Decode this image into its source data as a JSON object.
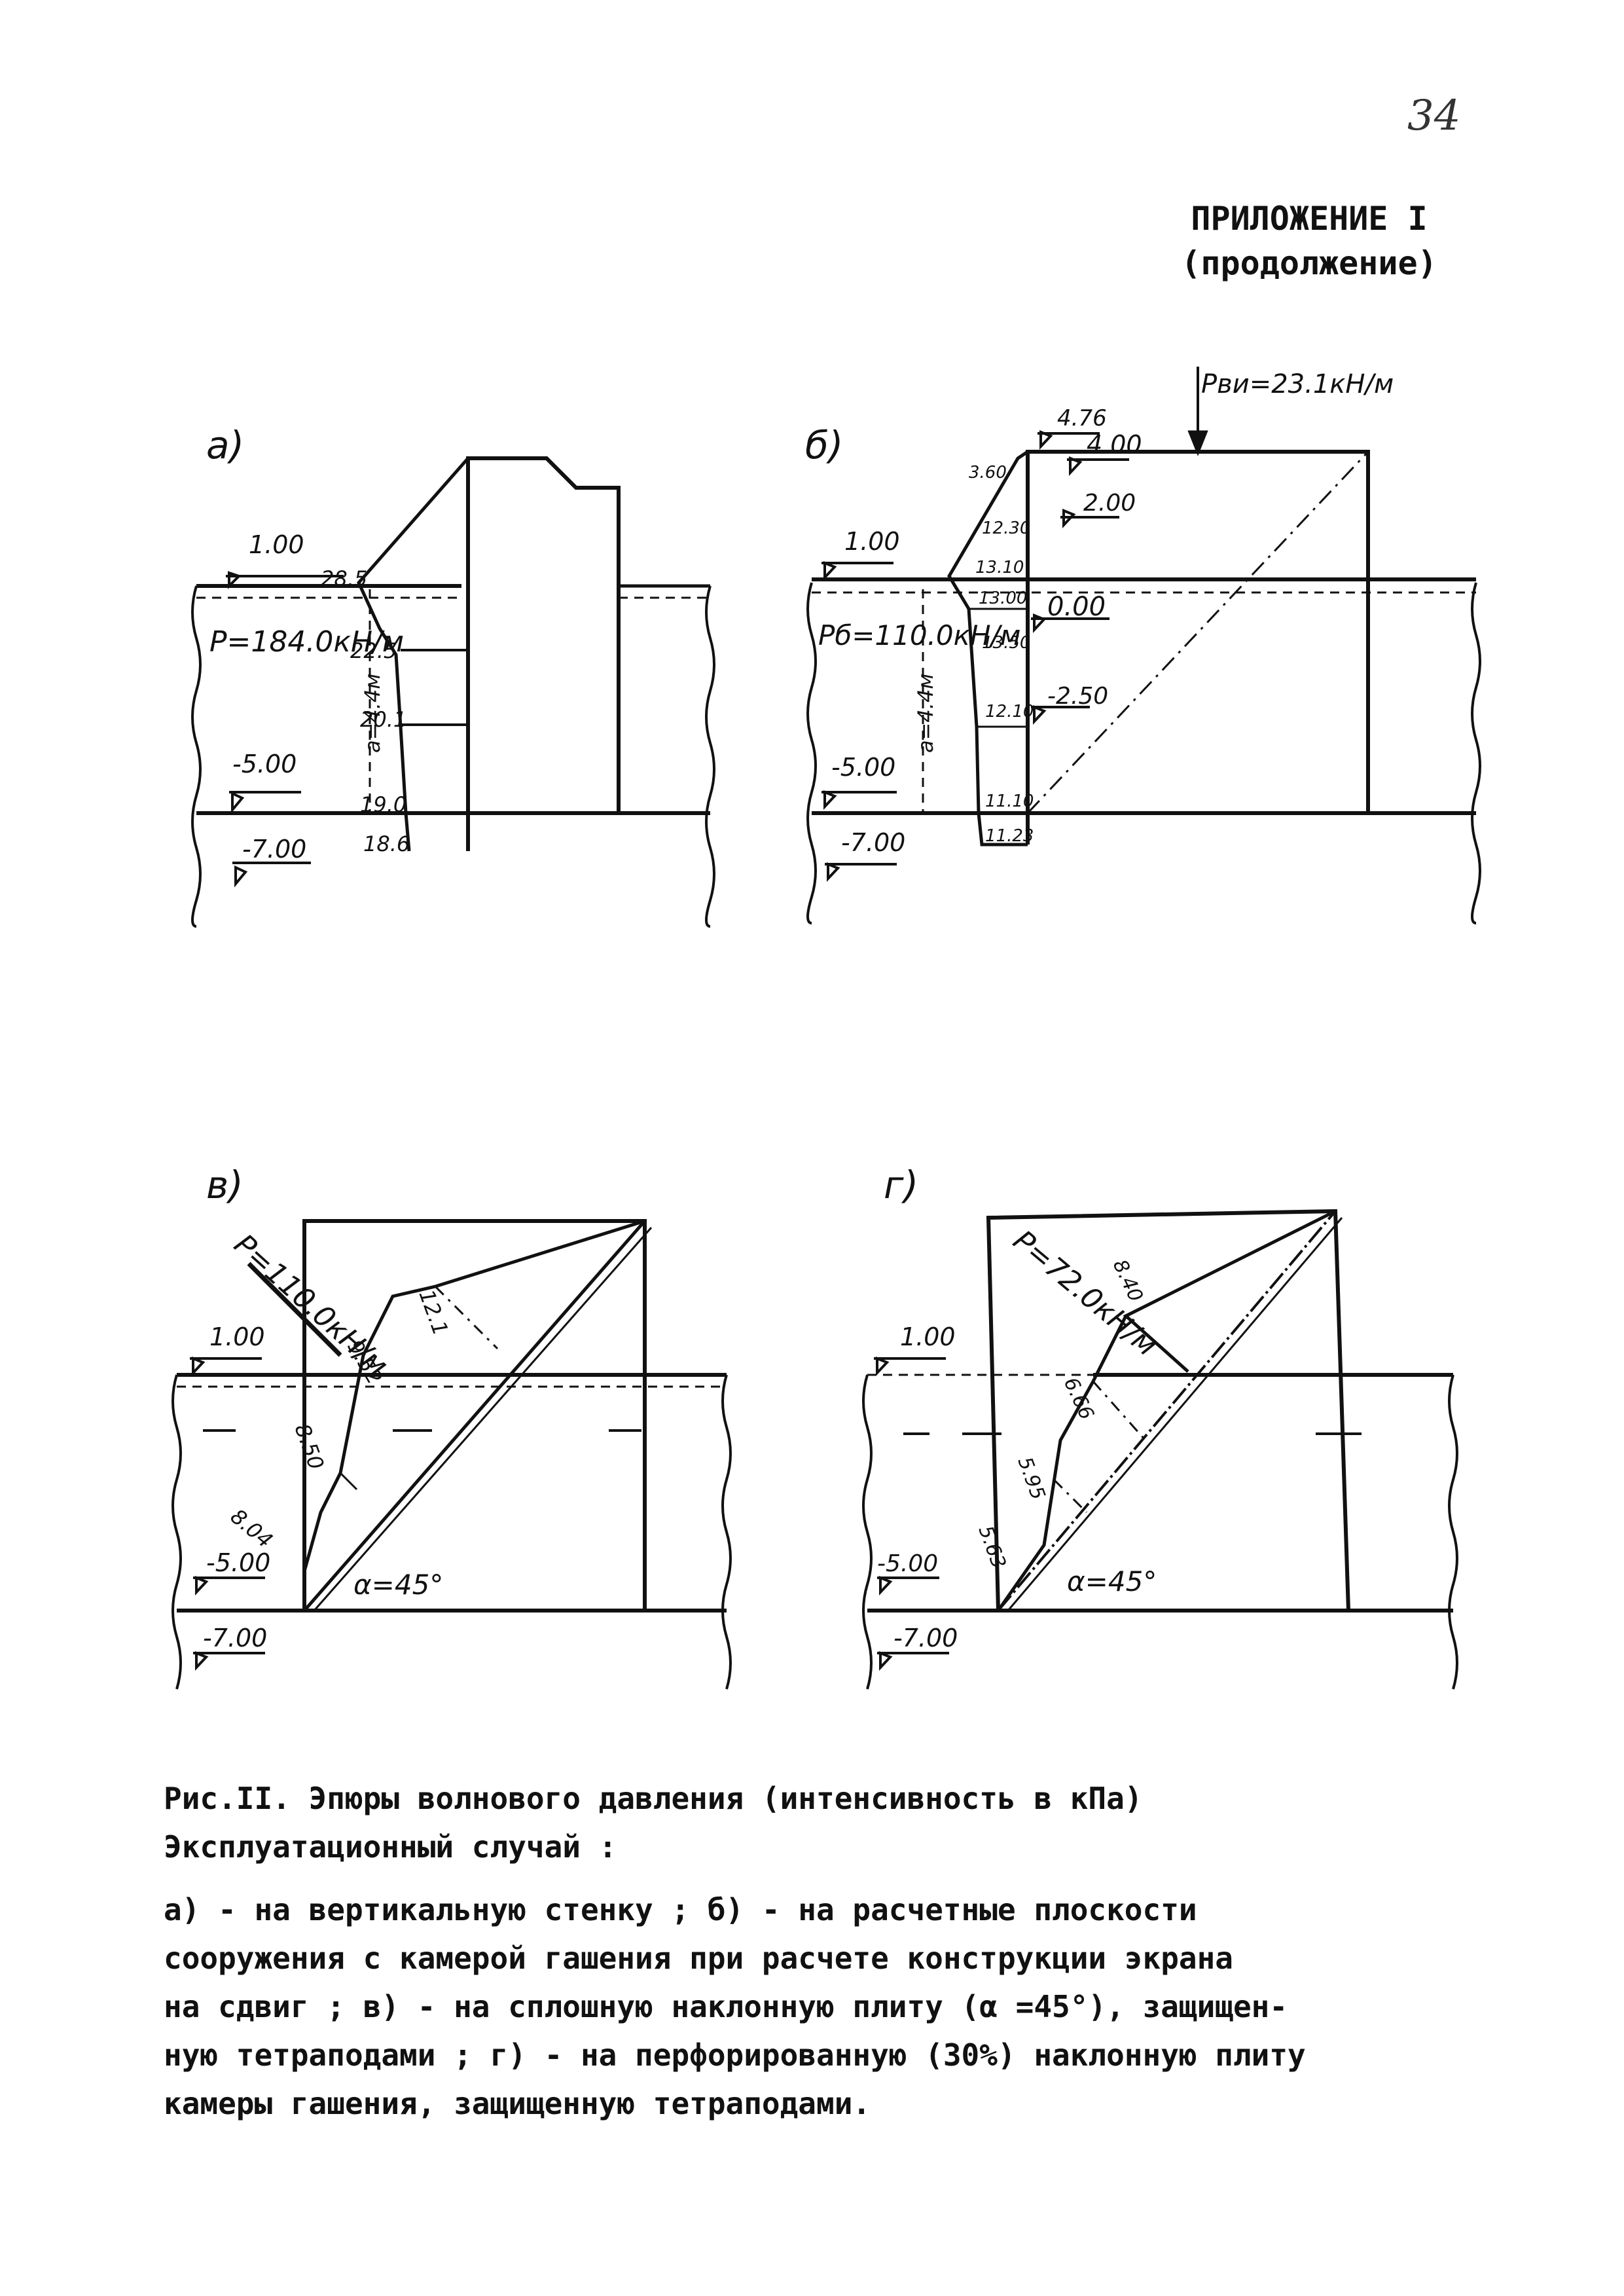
{
  "page_number": "34",
  "appendix": {
    "line1": "ПРИЛОЖЕНИЕ I",
    "line2": "(продолжение)"
  },
  "figures": {
    "a": {
      "label": "а)",
      "levels": [
        "1.00",
        "-5.00",
        "-7.00"
      ],
      "force": "P=184.0кН/м",
      "a_dim": "a=4.4м",
      "values": [
        "28.5",
        "22.5",
        "20.1",
        "19.0",
        "18.6"
      ]
    },
    "b": {
      "label": "б)",
      "top_force": "Pви=23.1кН/м",
      "levels": [
        "4.76",
        "4.00",
        "2.00",
        "1.00",
        "0.00",
        "-2.50",
        "-5.00",
        "-7.00"
      ],
      "force": "Pб=110.0кН/м",
      "a_dim": "a=4.4м",
      "values": [
        "3.60",
        "12.30",
        "13.10",
        "13.00",
        "13.50",
        "12.10",
        "11.10",
        "11.23"
      ]
    },
    "v": {
      "label": "в)",
      "levels": [
        "1.00",
        "-5.00",
        "-7.00"
      ],
      "force": "P=110.0кН/м",
      "values": [
        "12.1",
        "9.52",
        "8.50",
        "8.04"
      ],
      "angle": "α=45°"
    },
    "g": {
      "label": "г)",
      "levels": [
        "1.00",
        "-5.00",
        "-7.00"
      ],
      "force": "P=72.0кН/м",
      "values": [
        "8.40",
        "6.66",
        "5.95",
        "5.63"
      ],
      "angle": "α=45°"
    }
  },
  "caption": {
    "line1": "Рис.II. Эпюры волнового давления (интенсивность в кПа)",
    "line2": "Эксплуатационный случай :",
    "line3": "а) - на вертикальную стенку ; б) - на расчетные плоскости",
    "line4": "сооружения с камерой гашения при расчете конструкции экрана",
    "line5": "на сдвиг ; в) - на сплошную наклонную плиту (α =45°), защищен-",
    "line6": "ную тетраподами ; г) - на перфорированную (30%) наклонную плиту",
    "line7": "камеры гашения, защищенную тетраподами."
  }
}
